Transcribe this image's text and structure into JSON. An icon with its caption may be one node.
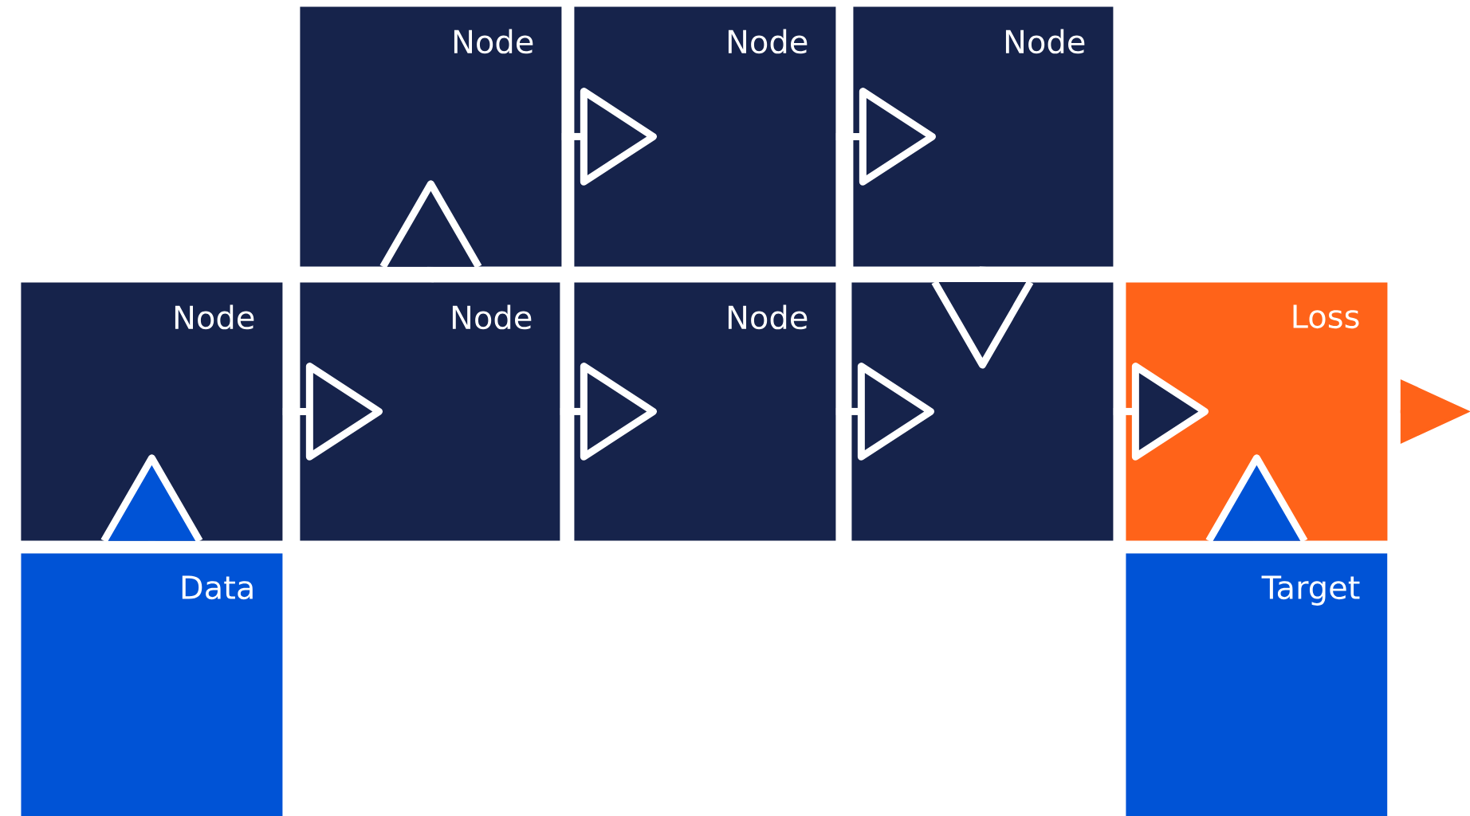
{
  "diagram": {
    "nodes": [
      {
        "text": [
          "Node"
        ]
      },
      {
        "text": [
          "Node"
        ]
      },
      {
        "text": [
          "Node"
        ]
      },
      {
        "text": [
          "Node"
        ]
      },
      {
        "text": [
          "Node"
        ]
      },
      {
        "text": [
          "Node"
        ]
      },
      {
        "text": [],
        "shape": "box"
      },
      {
        "text": [
          "Loss"
        ]
      },
      {
        "text": [
          "Data"
        ]
      },
      {
        "text": [
          "Target"
        ]
      }
    ],
    "edges": [
      {
        "from": 8,
        "to": 3,
        "arrow": "to"
      },
      {
        "from": 3,
        "to": 4,
        "arrow": "to"
      },
      {
        "from": 4,
        "to": 0,
        "arrow": "to"
      },
      {
        "from": 0,
        "to": 1,
        "arrow": "to"
      },
      {
        "from": 1,
        "to": 2,
        "arrow": "to"
      },
      {
        "from": 2,
        "to": 6,
        "arrow": "to"
      },
      {
        "from": 4,
        "to": 5,
        "arrow": "to"
      },
      {
        "from": 5,
        "to": 6,
        "arrow": "to"
      },
      {
        "from": 6,
        "to": 7,
        "arrow": "to"
      },
      {
        "from": 9,
        "to": 7,
        "arrow": "to"
      },
      {
        "from": 7,
        "to": null,
        "arrow": "to",
        "color": "#ff6319"
      }
    ]
  }
}
